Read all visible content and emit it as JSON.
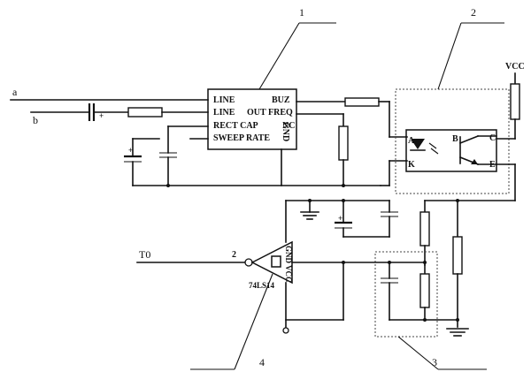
{
  "signals": {
    "a": "a",
    "b": "b",
    "t0": "T0",
    "vcc": "VCC"
  },
  "callouts": {
    "c1": "1",
    "c2": "2",
    "c3": "3",
    "c4": "4"
  },
  "ic1": {
    "pin_line1": "LINE",
    "pin_line2": "LINE",
    "pin_rect_cap": "RECT CAP",
    "pin_sweep_rate": "SWEEP RATE",
    "pin_buz": "BUZ",
    "pin_out_freq": "OUT FREQ",
    "pin_nc": "NC",
    "pin_gnd": "GND"
  },
  "optocoupler": {
    "a": "A",
    "k": "K",
    "b": "B",
    "c": "C",
    "e": "E"
  },
  "inverter": {
    "part": "74LS14",
    "pin_in": "2",
    "pin_gnd": "GND",
    "pin_vcc": "VCC"
  },
  "marks": {
    "plus": "+"
  }
}
